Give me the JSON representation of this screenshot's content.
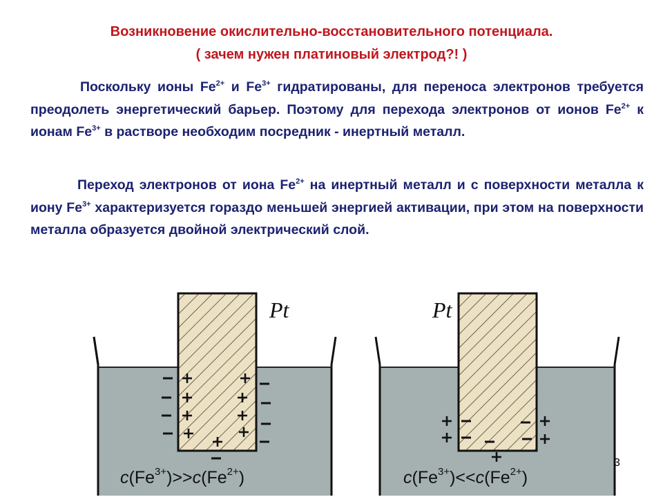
{
  "title": {
    "line1": "Возникновение окислительно-восстановительного потенциала.",
    "line2": "( зачем нужен платиновый электрод?! )"
  },
  "paragraph1": {
    "t1": "Поскольку ионы Fe",
    "s1": "2+",
    "t2": " и Fe",
    "s2": "3+",
    "t3": " гидратированы, для переноса электронов требуется преодолеть энергетический барьер. Поэтому для перехода электронов от ионов Fe",
    "s3": "2+",
    "t4": " к ионам Fe",
    "s4": "3+",
    "t5": " в растворе  необходим посредник - инертный металл."
  },
  "paragraph2": {
    "t1": "Переход электронов от иона Fe",
    "s1": "2+",
    "t2": " на инертный металл и с поверхности металла к иону Fe",
    "s2": "3+",
    "t3": " характеризуется гораздо меньшей энергией активации, при этом на поверхности металла образуется двойной электрический слой."
  },
  "diagrams": {
    "left": {
      "electrode_label": "Pt",
      "formula": {
        "c1": "c",
        "ion1": "(Fe",
        "charge1": "3+",
        "mid": ")>>",
        "c2": "c",
        "ion2": "(Fe",
        "charge2": "2+",
        "end": ")"
      }
    },
    "right": {
      "electrode_label": "Pt",
      "formula": {
        "c1": "c",
        "ion1": "(Fe",
        "charge1": "3+",
        "mid": ")<<",
        "c2": "c",
        "ion2": "(Fe",
        "charge2": "2+",
        "end": ")"
      }
    }
  },
  "page_number": "3",
  "colors": {
    "title": "#c0161e",
    "body_text": "#1c2270",
    "solution": "#a5b0b0",
    "electrode": "#ede1c4"
  }
}
